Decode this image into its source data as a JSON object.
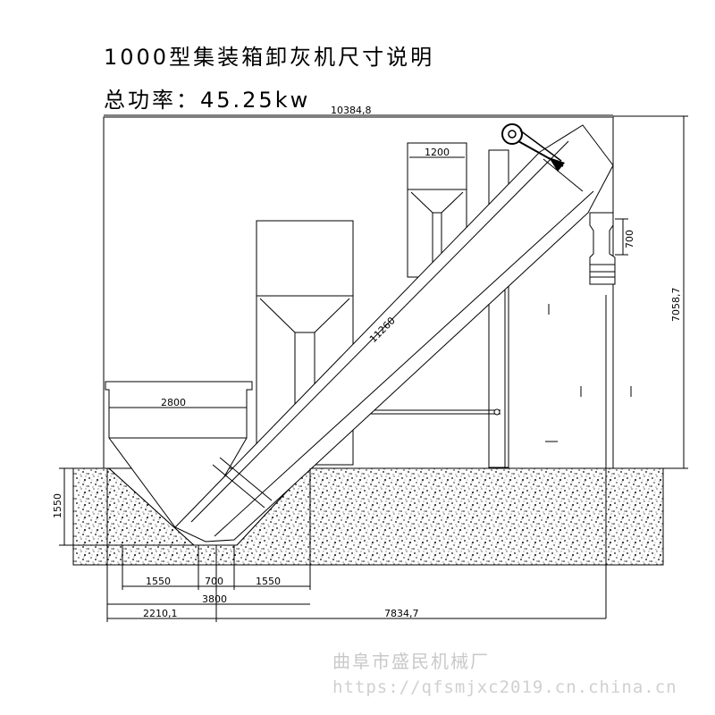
{
  "header": {
    "title": "1000型集装箱卸灰机尺寸说明",
    "power": "总功率：45.25kw"
  },
  "dimensions": {
    "overall_length": "10384,8",
    "silo_width": "1200",
    "hopper_width": "2800",
    "conveyor_length": "11260",
    "outlet_height": "700",
    "overall_height": "7058,7",
    "pit_depth": "1550",
    "pit_slope_left": "1550",
    "pit_bottom": "700",
    "pit_slope_right": "1550",
    "pit_top_width": "3800",
    "offset_left": "2210,1",
    "offset_right": "7834,7"
  },
  "watermark": {
    "company": "曲阜市盛民机械厂",
    "url": "https://qfsmjxc2019.cn.china.cn"
  }
}
